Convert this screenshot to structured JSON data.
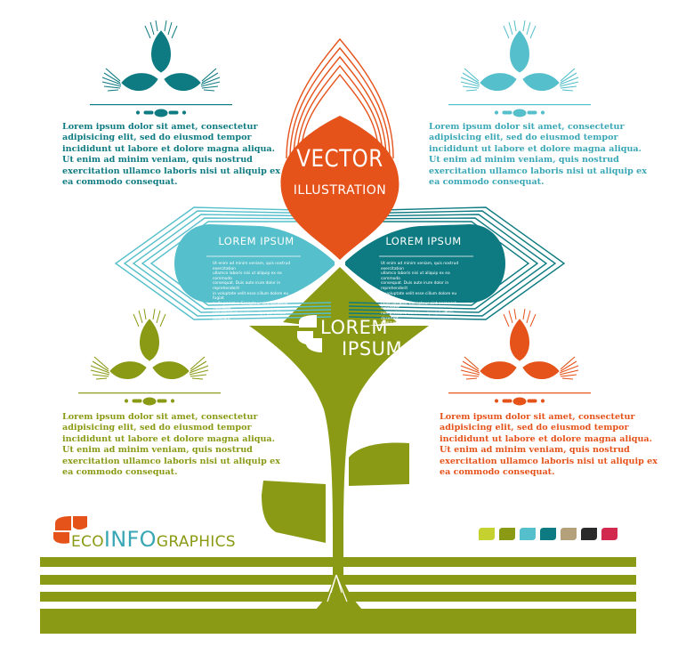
{
  "center_petal": {
    "line1": "VECTOR",
    "line2": "ILLUSTRATION"
  },
  "left_leaf": {
    "title": "LOREM IPSUM",
    "body": [
      "Ut enim ad minim veniam, quis nostrud exercitation",
      "ullamco laboris nisi ut aliquip ex ea commodo",
      "consequat. Duis aute irure dolor in reprehenderit",
      "in voluptate velit esse cillum dolore eu fugiat",
      "nulla pariatur. Excepteur sint occaecat cupidatat",
      "non proident, sunt in culpa qui officia deserunt",
      "mollit anim id est laborum."
    ]
  },
  "right_leaf": {
    "title": "LOREM IPSUM",
    "body": [
      "Ut enim ad minim veniam, quis nostrud exercitation",
      "ullamco laboris nisi ut aliquip ex ea commodo",
      "consequat. Duis aute irure dolor in reprehenderit",
      "in voluptate velit esse cillum dolore eu fugiat",
      "nulla pariatur. Excepteur sint occaecat cupidatat",
      "non proident, sunt in culpa qui officia deserunt",
      "mollit anim id est laborum."
    ]
  },
  "stem_label": {
    "line1": "LOREM",
    "line2": "IPSUM"
  },
  "paragraphs": {
    "top_left": [
      "Lorem ipsum dolor sit amet, consectetur",
      "adipisicing elit, sed do eiusmod tempor",
      "incididunt ut labore et dolore magna aliqua.",
      "Ut enim ad minim veniam, quis nostrud",
      "exercitation ullamco laboris nisi ut aliquip ex",
      "ea commodo consequat."
    ],
    "top_right": [
      "Lorem ipsum dolor sit amet, consectetur",
      "adipisicing elit, sed do eiusmod tempor",
      "incididunt ut labore et dolore magna aliqua.",
      "Ut enim ad minim veniam, quis nostrud",
      "exercitation ullamco laboris nisi ut aliquip ex",
      "ea commodo consequat."
    ],
    "bottom_left": [
      "Lorem ipsum dolor sit amet, consectetur",
      "adipisicing elit, sed do eiusmod tempor",
      "incididunt ut labore et dolore magna aliqua.",
      "Ut enim ad minim veniam, quis nostrud",
      "exercitation ullamco laboris nisi ut aliquip ex",
      "ea commodo consequat."
    ],
    "bottom_right": [
      "Lorem ipsum dolor sit amet, consectetur",
      "adipisicing elit, sed do eiusmod tempor",
      "incididunt ut labore et dolore magna aliqua.",
      "Ut enim ad minim veniam, quis nostrud",
      "exercitation ullamco laboris nisi ut aliquip ex",
      "ea commodo consequat."
    ]
  },
  "logo": {
    "part1": "ECO",
    "part2": "INFO",
    "part3": "GRAPHICS"
  },
  "colors": {
    "teal_dark": "#0e7b82",
    "teal_light": "#55bfcb",
    "orange": "#e5531b",
    "olive": "#8a9a14",
    "tan": "#b5a07c",
    "charcoal": "#2a2a2a",
    "crimson": "#d12a4e"
  },
  "swatches": [
    "#c5d12e",
    "#8a9a14",
    "#55bfcb",
    "#0e7b82",
    "#b5a07c",
    "#2a2a2a",
    "#d12a4e"
  ]
}
